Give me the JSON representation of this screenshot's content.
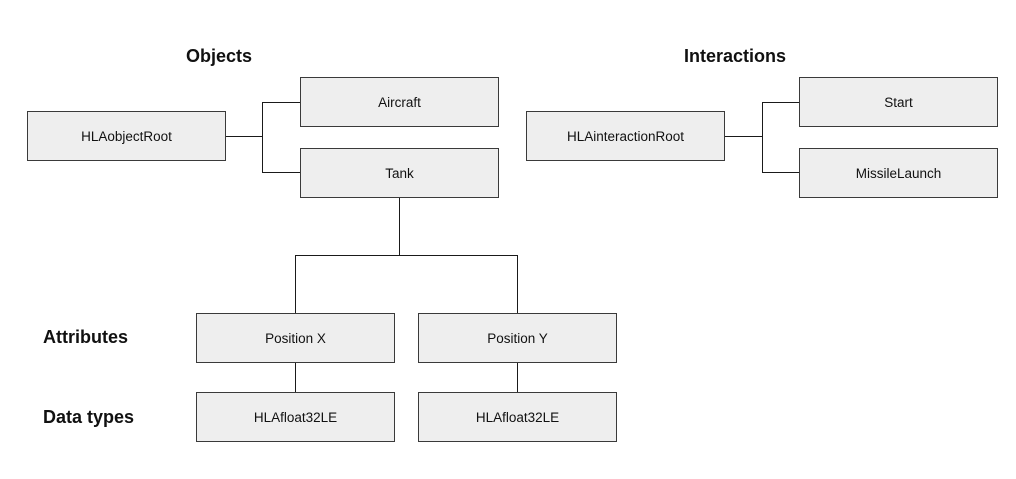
{
  "headings": {
    "objects": "Objects",
    "interactions": "Interactions",
    "attributes": "Attributes",
    "data_types": "Data types"
  },
  "objects": {
    "root": "HLAobjectRoot",
    "children": [
      "Aircraft",
      "Tank"
    ]
  },
  "interactions": {
    "root": "HLAinteractionRoot",
    "children": [
      "Start",
      "MissileLaunch"
    ]
  },
  "attributes": [
    "Position X",
    "Position Y"
  ],
  "data_types": [
    "HLAfloat32LE",
    "HLAfloat32LE"
  ],
  "colors": {
    "node_fill": "#eeeeee",
    "node_border": "#3a3a3a",
    "connector": "#1a1a1a",
    "text": "#111111"
  }
}
